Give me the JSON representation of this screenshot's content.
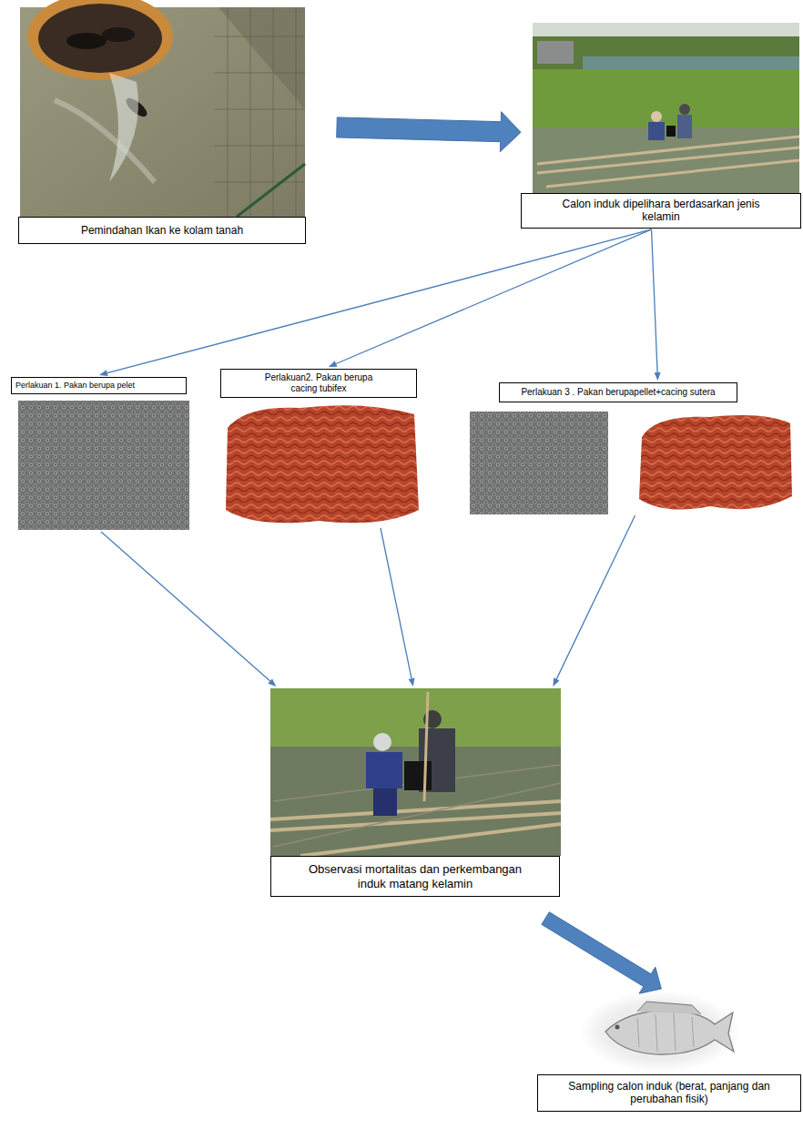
{
  "diagram": {
    "nodes": [
      {
        "text": [
          "Pemindahan Ikan ke kolam tanah"
        ]
      },
      {
        "text": [
          "Calon induk dipelihara berdasarkan jenis kelamin"
        ]
      },
      {
        "text": [
          "Perlakuan 1. Pakan berupa pelet"
        ]
      },
      {
        "text": [
          "Perlakuan2. Pakan berupa cacing tubifex"
        ]
      },
      {
        "text": [
          "Perlakuan 3 . Pakan berupapellet+cacing sutera"
        ]
      },
      {
        "text": [
          "Observasi mortalitas dan perkembangan induk matang kelamin"
        ]
      },
      {
        "text": [
          "Sampling calon induk (berat, panjang dan perubahan fisik)"
        ]
      }
    ],
    "edges": [
      {
        "from": 0,
        "to": 1,
        "arrow": "to"
      },
      {
        "from": 1,
        "to": 2,
        "arrow": "to"
      },
      {
        "from": 1,
        "to": 3,
        "arrow": "to"
      },
      {
        "from": 1,
        "to": 4,
        "arrow": "to"
      },
      {
        "from": 2,
        "to": 5,
        "arrow": "to"
      },
      {
        "from": 3,
        "to": 5,
        "arrow": "to"
      },
      {
        "from": 4,
        "to": 5,
        "arrow": "to"
      },
      {
        "from": 5,
        "to": 6,
        "arrow": "to"
      }
    ]
  }
}
